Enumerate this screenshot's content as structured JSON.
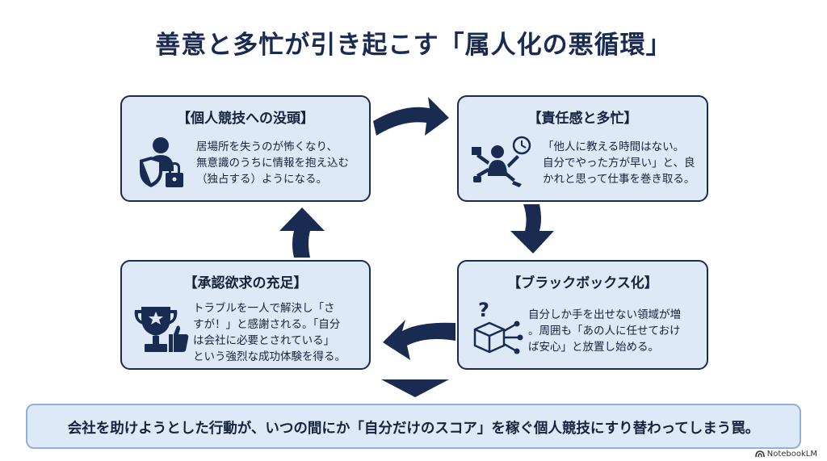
{
  "title": "善意と多忙が引き起こす「属人化の悪循環」",
  "cards": {
    "top_left": {
      "title": "【個人競技への没頭】",
      "body": "居場所を失うのが怖くなり、\n無意識のうちに情報を抱え込む\n（独占する）ようになる。",
      "icon": "person-shield-lock-icon"
    },
    "top_right": {
      "title": "【責任感と多忙】",
      "body": "「他人に教える時間はない。\n自分でやった方が早い」と、良\nかれと思って仕事を巻き取る。",
      "icon": "multitasking-person-clock-icon"
    },
    "bottom_right": {
      "title": "【ブラックボックス化】",
      "body": "自分しか手を出せない領域が増\n。周囲も「あの人に任せておけ\nば安心」と放置し始める。",
      "icon": "question-box-network-icon"
    },
    "bottom_left": {
      "title": "【承認欲求の充足】",
      "body": "トラブルを一人で解決し「さ\nすが！」と感謝される。「自分\nは会社に必要とされている」\nという強烈な成功体験を得る。",
      "icon": "trophy-thumbs-up-icon"
    }
  },
  "conclusion": "会社を助けようとした行動が、いつの間にか「自分だけのスコア」を稼ぐ個人競技にすり替わってしまう罠。",
  "watermark": "NotebookLM",
  "colors": {
    "navy": "#1a2b52",
    "card_fill": "#dde9f6",
    "bottom_border": "#8fb2d6"
  }
}
